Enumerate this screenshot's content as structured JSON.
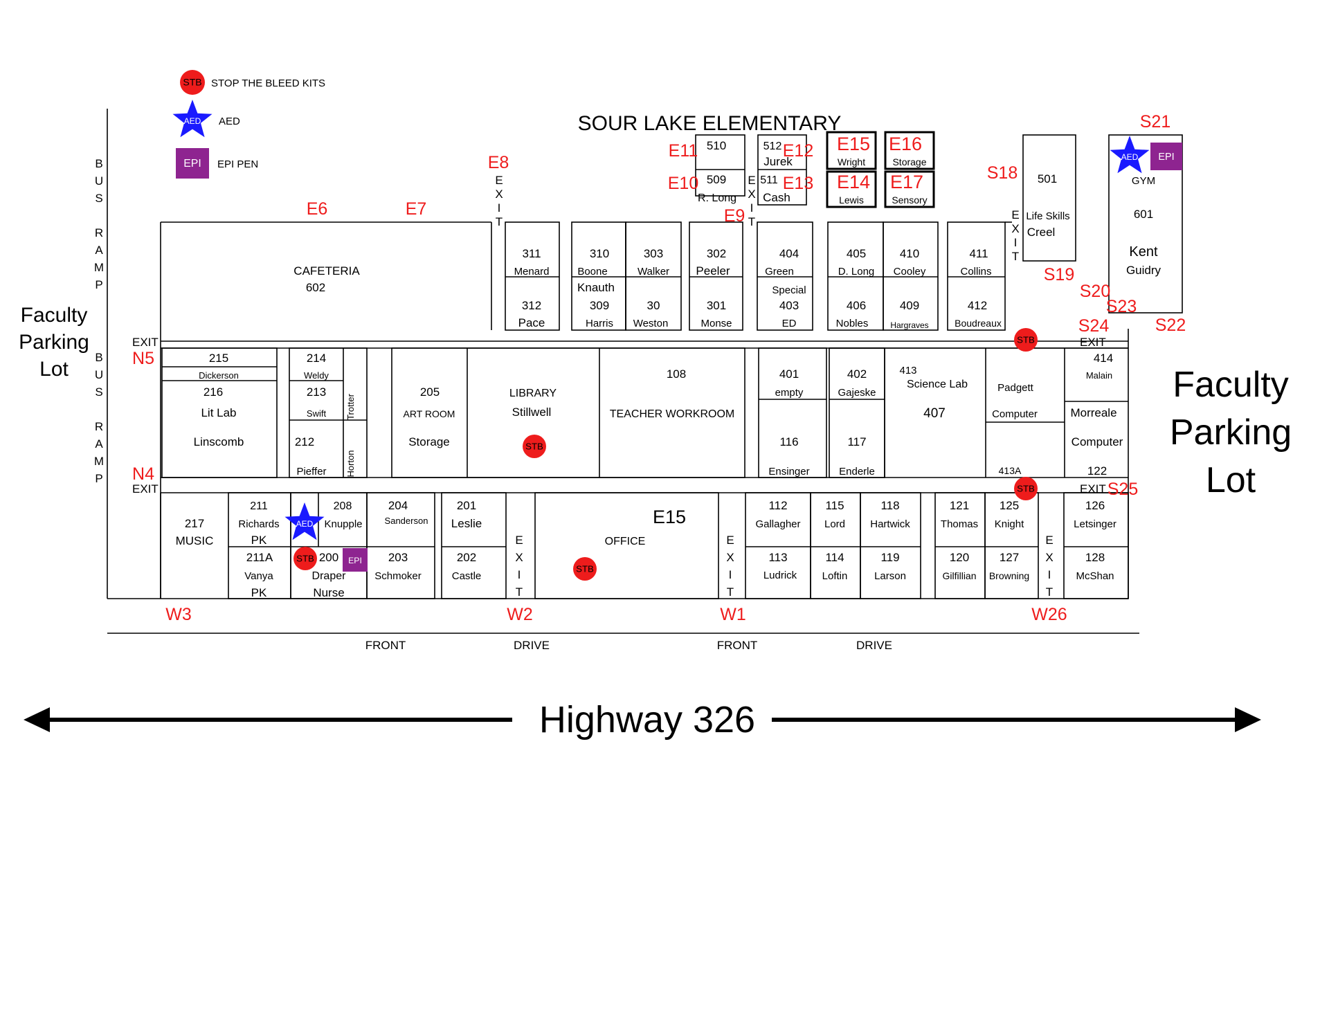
{
  "title": "SOUR LAKE ELEMENTARY",
  "colors": {
    "stb": "#ee1c1c",
    "aed": "#1a1aff",
    "epi": "#8e2490",
    "zone": "#ee1c1c",
    "line": "#000000"
  },
  "legend": {
    "stb": {
      "badge": "STB",
      "label": "STOP THE BLEED KITS"
    },
    "aed": {
      "badge": "AED",
      "label": "AED"
    },
    "epi": {
      "badge": "EPI",
      "label": "EPI PEN"
    }
  },
  "parking_left": [
    "Faculty",
    "Parking",
    "Lot"
  ],
  "parking_right": [
    "Faculty",
    "Parking",
    "Lot"
  ],
  "bus_ramp_upper": [
    "B",
    "U",
    "S",
    "",
    "R",
    "A",
    "M",
    "P"
  ],
  "bus_ramp_lower": [
    "B",
    "U",
    "S",
    "",
    "R",
    "A",
    "M",
    "P"
  ],
  "highway": "Highway 326",
  "front_drive": [
    "FRONT",
    "DRIVE",
    "FRONT",
    "DRIVE"
  ],
  "exit_label": "EXIT",
  "exit_vertical": [
    "E",
    "X",
    "I",
    "T"
  ],
  "rooms": {
    "cafeteria": [
      "CAFETERIA",
      "602"
    ],
    "r510": "510",
    "r509": "509",
    "r509_name": "R. Long",
    "r512": "512",
    "r512_name": "Jurek",
    "r511": "511",
    "r511_name": "Cash",
    "r_wright": "Wright",
    "r_storage": "Storage",
    "r_lewis": "Lewis",
    "r_sensory": "Sensory",
    "r501": "501",
    "r501_a": "Life Skills",
    "r501_b": "Creel",
    "gym": "GYM",
    "r601": "601",
    "r601_a": "Kent",
    "r601_b": "Guidry",
    "r311": "311",
    "r311_name": "Menard",
    "r312": "312",
    "r312_name": "Pace",
    "r310": "310",
    "r310_name": "Boone",
    "r309_a": "Knauth",
    "r309": "309",
    "r309_name": "Harris",
    "r303": "303",
    "r303_name": "Walker",
    "r30": "30",
    "r30_name": "Weston",
    "r302": "302",
    "r302_name": "Peeler",
    "r301": "301",
    "r301_name": "Monse",
    "r404": "404",
    "r404_name": "Green",
    "r403_a": "Special",
    "r403": "403",
    "r403_name": "ED",
    "r405": "405",
    "r405_name": "D. Long",
    "r406": "406",
    "r406_name": "Nobles",
    "r410": "410",
    "r410_name": "Cooley",
    "r409": "409",
    "r409_name": "Hargraves",
    "r411": "411",
    "r411_name": "Collins",
    "r412": "412",
    "r412_name": "Boudreaux",
    "r215": "215",
    "r215_name": "Dickerson",
    "r216": "216",
    "r216_a": "Lit Lab",
    "r216_b": "Linscomb",
    "r214": "214",
    "r214_name": "Weldy",
    "r213": "213",
    "r213_name": "Swift",
    "r212": "212",
    "r212_name": "Pieffer",
    "trotter": "Trotter",
    "horton": "Horton",
    "r205": "205",
    "art_room": "ART ROOM",
    "r205_b": "Storage",
    "library": "LIBRARY",
    "library_name": "Stillwell",
    "r108": "108",
    "workroom": "TEACHER WORKROOM",
    "r401": "401",
    "r401_name": "empty",
    "r116": "116",
    "r116_name": "Ensinger",
    "r402": "402",
    "r402_name": "Gajeske",
    "r117": "117",
    "r117_name": "Enderle",
    "r413": "413",
    "science": "Science Lab",
    "r407": "407",
    "padgett": "Padgett",
    "computer1": "Computer",
    "r413a": "413A",
    "r414": "414",
    "r414_name": "Malain",
    "morreale": "Morreale",
    "computer2": "Computer",
    "r122": "122",
    "r217": "217",
    "music": "MUSIC",
    "r211": "211",
    "r211_a": "Richards",
    "r211_b": "PK",
    "r211a": "211A",
    "r211a_a": "Vanya",
    "r211a_b": "PK",
    "r208": "208",
    "r208_name": "Knupple",
    "r200": "200",
    "r200_a": "Draper",
    "r200_b": "Nurse",
    "r204": "204",
    "r204_name": "Sanderson",
    "r203": "203",
    "r203_name": "Schmoker",
    "r201": "201",
    "r201_name": "Leslie",
    "r202": "202",
    "r202_name": "Castle",
    "office_zone": "E15",
    "office": "OFFICE",
    "r112": "112",
    "r112_name": "Gallagher",
    "r113": "113",
    "r113_name": "Ludrick",
    "r115": "115",
    "r115_name": "Lord",
    "r114": "114",
    "r114_name": "Loftin",
    "r118": "118",
    "r118_name": "Hartwick",
    "r119": "119",
    "r119_name": "Larson",
    "r121": "121",
    "r121_name": "Thomas",
    "r120": "120",
    "r120_name": "Gilfillian",
    "r125": "125",
    "r125_name": "Knight",
    "r127": "127",
    "r127_name": "Browning",
    "r126": "126",
    "r126_name": "Letsinger",
    "r128": "128",
    "r128_name": "McShan"
  },
  "zones": {
    "E6": "E6",
    "E7": "E7",
    "E8": "E8",
    "E9": "E9",
    "E10": "E10",
    "E11": "E11",
    "E12": "E12",
    "E13": "E13",
    "E14": "E14",
    "E15": "E15",
    "E16": "E16",
    "E17": "E17",
    "S18": "S18",
    "S19": "S19",
    "S20": "S20",
    "S21": "S21",
    "S22": "S22",
    "S23": "S23",
    "S24": "S24",
    "S25": "S25",
    "N4": "N4",
    "N5": "N5",
    "W1": "W1",
    "W2": "W2",
    "W3": "W3",
    "W26": "W26"
  }
}
